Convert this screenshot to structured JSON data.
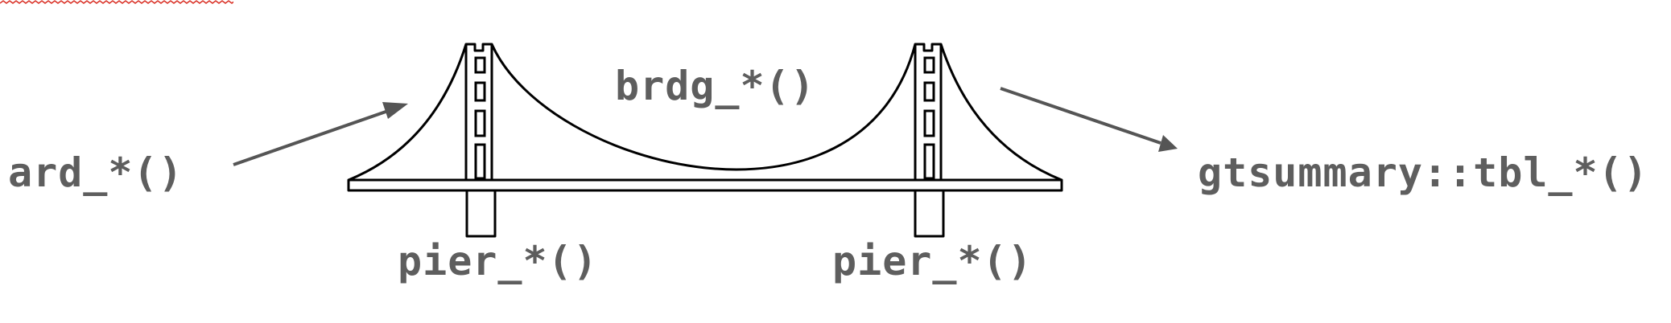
{
  "labels": {
    "input": "ard_*()",
    "bridge": "brdg_*()",
    "pier_left": "pier_*()",
    "pier_right": "pier_*()",
    "output": "gtsummary::tbl_*()"
  },
  "colors": {
    "line": "#000000",
    "arrow": "#555555",
    "text": "#5e5e5e",
    "spellcheck": "#d93025"
  },
  "icons": {
    "bridge": "suspension-bridge-icon"
  }
}
